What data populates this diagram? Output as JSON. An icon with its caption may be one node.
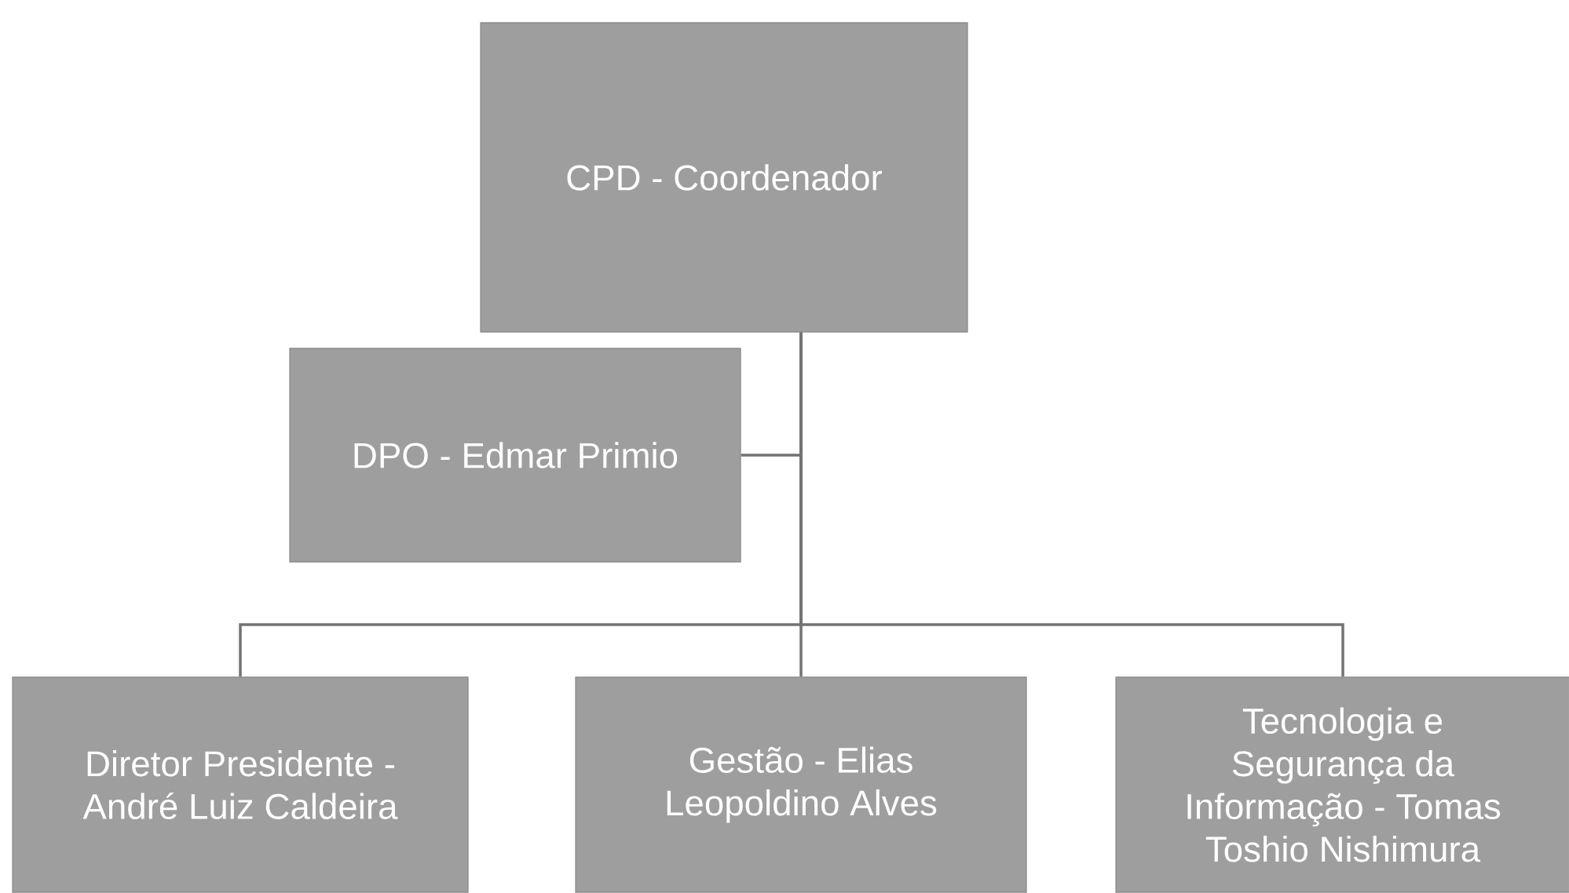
{
  "diagram": {
    "nodes": [
      {
        "text": [
          "CPD - Coordenador"
        ]
      },
      {
        "text": [
          "DPO - Edmar Primio"
        ]
      },
      {
        "text": [
          "Diretor Presidente - André Luiz Caldeira"
        ]
      },
      {
        "text": [
          "Gestão - Elias Leopoldino Alves"
        ]
      },
      {
        "text": [
          "Tecnologia e Segurança da Informação - Tomas Toshio Nishimura"
        ]
      }
    ],
    "edges": [
      {
        "from": 0,
        "to": 1,
        "arrow": "none"
      },
      {
        "from": 0,
        "to": 2,
        "arrow": "none"
      },
      {
        "from": 0,
        "to": 3,
        "arrow": "none"
      },
      {
        "from": 0,
        "to": 4,
        "arrow": "none"
      }
    ]
  }
}
